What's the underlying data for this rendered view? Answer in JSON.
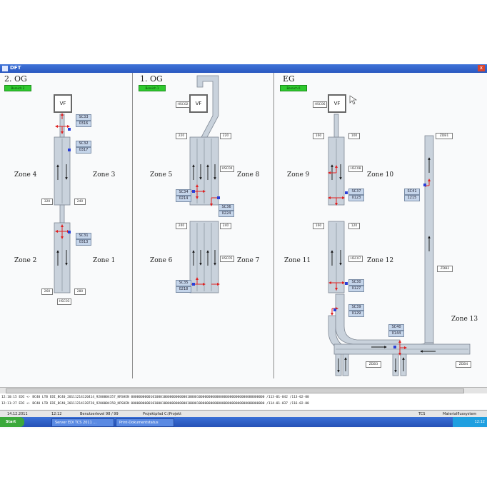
{
  "window": {
    "title": "DFT",
    "close": "x"
  },
  "floors": [
    {
      "title": "2. OG",
      "badge": "Bereich 2"
    },
    {
      "title": "1. OG",
      "badge": "Bereich 1"
    },
    {
      "title": "EG",
      "badge": "Bereich 0"
    }
  ],
  "zones": {
    "z1": "Zone 1",
    "z2": "Zone 2",
    "z3": "Zone 3",
    "z4": "Zone 4",
    "z5": "Zone 5",
    "z6": "Zone 6",
    "z7": "Zone 7",
    "z8": "Zone 8",
    "z9": "Zone 9",
    "z10": "Zone 10",
    "z11": "Zone 11",
    "z12": "Zone 12",
    "z13": "Zone 13"
  },
  "lifts": {
    "vf": "VF"
  },
  "scanners": {
    "sc33": "SC33",
    "sc33b": "0316",
    "sc32": "SC32",
    "sc32b": "0317",
    "sc31": "SC31",
    "sc31b": "0313",
    "sc34": "SC34",
    "sc34b": "0214",
    "sc36": "SC36",
    "sc36b": "0224",
    "sc35": "SC35",
    "sc35b": "0218",
    "sc37": "SC37",
    "sc37b": "0123",
    "sc41": "SC41",
    "sc41b": "1215",
    "sc30": "SC30",
    "sc30b": "0127",
    "sc39": "SC39",
    "sc39b": "0129",
    "sc40": "SC40",
    "sc40b": "0144"
  },
  "tags": {
    "t2a": "320",
    "t2b": "240",
    "t2c": "260",
    "t2d": "280",
    "t2e": "HSC03",
    "t1a": "HSC02",
    "t1b": "220",
    "t1c": "220",
    "t1d": "HSC04",
    "t1e": "240",
    "t1f": "240",
    "t1g": "HSC05",
    "t0a": "HSC06",
    "t0b": "160",
    "t0c": "100",
    "t0d": "HSC08",
    "t0e": "160",
    "t0f": "120",
    "t0g": "HSC07",
    "t0h": "ZDB1",
    "t0i": "ZDB2",
    "t0j": "ZDB3",
    "t0k": "ZDB4"
  },
  "log": {
    "row1": "12:10:15     EDI <- BC40    LTB    EDI_BC40_20111214120414_9200004357_KRSHEN         000000000010100010000000000001000010000000000000000000000000000000000   /113-01-042 /113-02-00",
    "row2": "12:11:27     EDI <- BC40    LTB    EDI_BC40_20111214120728_9200004358_KRSHEN         000000000010100010000000000001000010000000000000000000000000000000000   /114-01-037 /116-02-00"
  },
  "status": {
    "date": "14.12.2011",
    "time": "12:12",
    "user": "Benutzerlevel 98 / 99",
    "path": "Projektpfad C:\\Projekt",
    "tcs": "TCS",
    "system": "Materialflussystem"
  },
  "taskbar": {
    "start": "Start",
    "task1": "Server EDI TCS 2011 ...",
    "task2": "Print-Dokumentstatus",
    "clock": "12:12"
  },
  "colors": {
    "conveyor": "#c9d2dc",
    "accent": "#2fc92f",
    "marker": "#e02020",
    "scanner": "#2a3fd8"
  }
}
